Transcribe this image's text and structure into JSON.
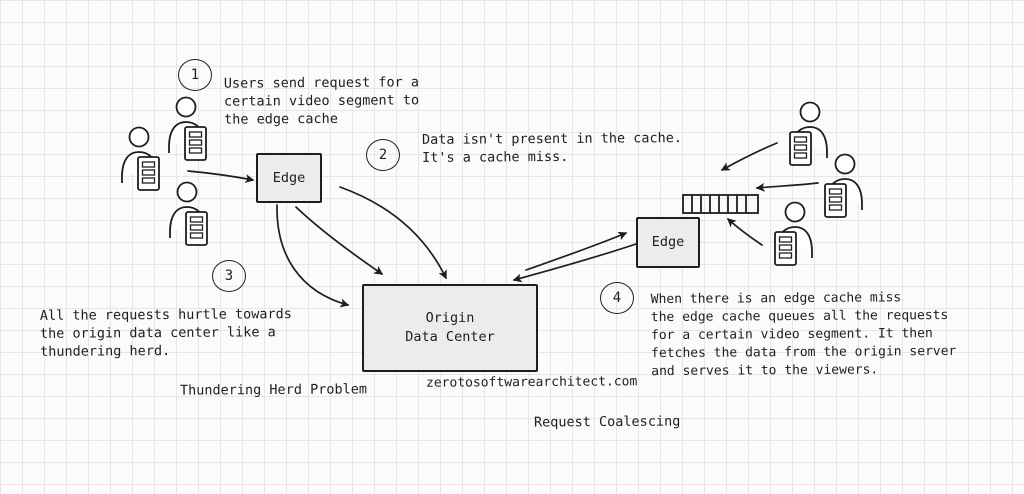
{
  "steps": [
    {
      "number": "1",
      "lines": [
        "Users send request for a",
        "certain video segment to",
        "the edge cache"
      ]
    },
    {
      "number": "2",
      "lines": [
        "Data isn't present in the cache.",
        "It's a cache miss."
      ]
    },
    {
      "number": "3",
      "lines": [
        "All the requests hurtle towards",
        "the origin data center like a",
        "thundering herd."
      ]
    },
    {
      "number": "4",
      "lines": [
        "When there is an edge cache miss",
        "the edge cache queues all the requests",
        "for a certain video segment. It then",
        "fetches the data from the origin server",
        "and serves it to the viewers."
      ]
    }
  ],
  "nodes": {
    "edge_left": "Edge",
    "edge_right": "Edge",
    "origin_line1": "Origin",
    "origin_line2": "Data Center"
  },
  "captions": {
    "thundering_herd": "Thundering Herd Problem",
    "request_coalescing": "Request Coalescing",
    "watermark": "zerotosoftwarearchitect.com"
  },
  "icons": [
    "user-with-tablet-icon",
    "request-queue-icon"
  ],
  "colors": {
    "ink": "#1e1e1e",
    "box_fill": "#ececec",
    "grid": "#e6e6e6"
  }
}
